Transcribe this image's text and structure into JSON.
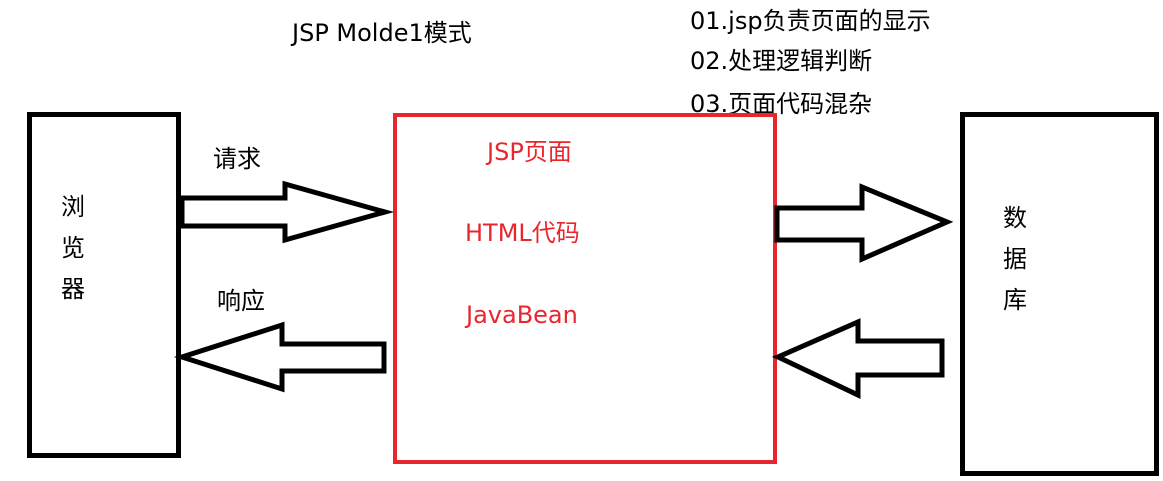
{
  "diagram": {
    "title": "JSP   Molde1模式",
    "notes": [
      "01.jsp负责页面的显示",
      "02.处理逻辑判断",
      "03.页面代码混杂"
    ],
    "browser": {
      "label_chars": [
        "浏",
        "览",
        "器"
      ]
    },
    "request_label": "请求",
    "response_label": "响应",
    "jsp_box": {
      "title": "JSP页面",
      "line1": "HTML代码",
      "line2": "JavaBean",
      "border_color": "#e8262d"
    },
    "database": {
      "label_chars": [
        "数",
        "据",
        "库"
      ]
    }
  }
}
